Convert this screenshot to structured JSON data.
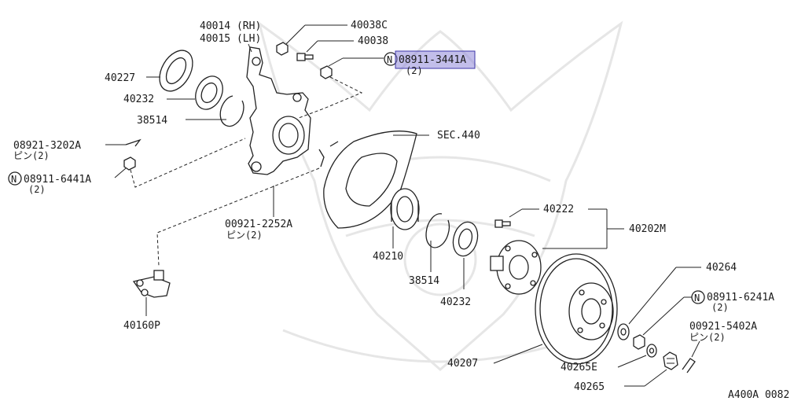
{
  "diagram_code": "A400A 0082",
  "colors": {
    "highlight": "#8f88d9",
    "line": "#222222",
    "watermark": "#e6e6e6"
  },
  "labels": {
    "p40014": "40014 (RH)",
    "p40015": "40015 (LH)",
    "p40038c": "40038C",
    "p40038": "40038",
    "n_symbol_1": "N",
    "p08911_3441a": "08911-3441A",
    "qty_2_a": "(2)",
    "p40227": "40227",
    "p40232_a": "40232",
    "p38514_a": "38514",
    "p08921_3202a": "08921-3202A",
    "pin_2_a": "ピン(2)",
    "n_symbol_2": "N",
    "p08911_6441a": "08911-6441A",
    "qty_2_b": "(2)",
    "sec440": "SEC.440",
    "p00921_2252a": "00921-2252A",
    "pin_2_b": "ピン(2)",
    "p40222": "40222",
    "p40202m": "40202M",
    "p40210": "40210",
    "p38514_b": "38514",
    "p40232_b": "40232",
    "p40160p": "40160P",
    "p40264": "40264",
    "n_symbol_3": "N",
    "p08911_6241a": "08911-6241A",
    "qty_2_c": "(2)",
    "p00921_5402a": "00921-5402A",
    "pin_2_c": "ピン(2)",
    "p40207": "40207",
    "p40265e": "40265E",
    "p40265": "40265"
  }
}
